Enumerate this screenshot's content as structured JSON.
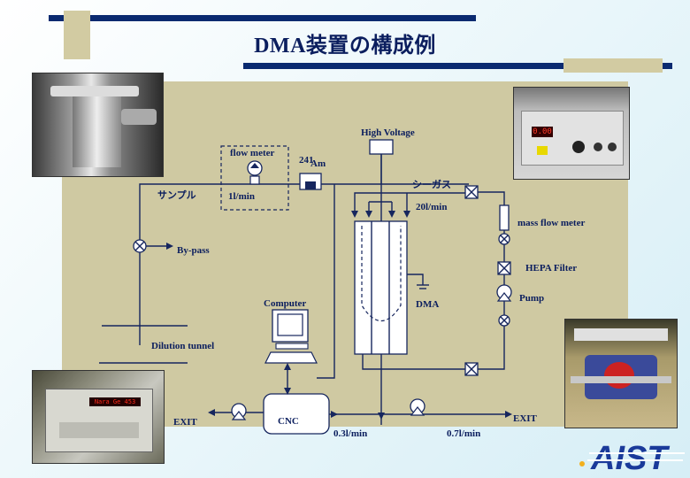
{
  "title": "DMA装置の構成例",
  "labels": {
    "high_voltage": "High Voltage",
    "flow_meter": "flow meter",
    "am_sup": "241",
    "am": "Am",
    "sample": "サンプル",
    "sample_flow": "1l/min",
    "sheath_gas": "シーガス",
    "sheath_flow": "20l/min",
    "mass_flow_meter": "mass flow meter",
    "hepa_filter": "HEPA Filter",
    "pump": "Pump",
    "bypass": "By-pass",
    "dma": "DMA",
    "computer": "Computer",
    "dilution_tunnel": "Dilution tunnel",
    "cnc": "CNC",
    "exit_left": "EXIT",
    "exit_right": "EXIT",
    "flow_cnc": "0.3l/min",
    "flow_exit": "0.7l/min"
  },
  "photos": {
    "hv_display": "0.00",
    "cnc_display": "Nara Ge  453"
  },
  "logo": "AIST",
  "colors": {
    "panel": "#cfc9a2",
    "title": "#0b1e5e",
    "bar_blue": "#0a2a70",
    "bar_tan": "#cfc9a2",
    "line": "#16265e"
  }
}
